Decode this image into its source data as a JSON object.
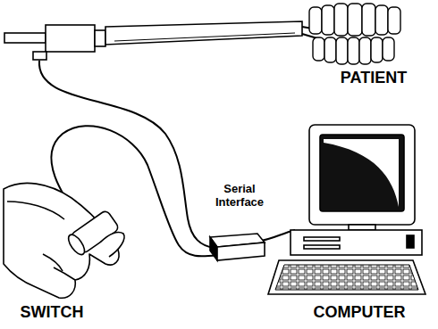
{
  "diagram": {
    "labels": [
      "PATIENT",
      "Serial Interface",
      "SWITCH",
      "COMPUTER"
    ]
  }
}
